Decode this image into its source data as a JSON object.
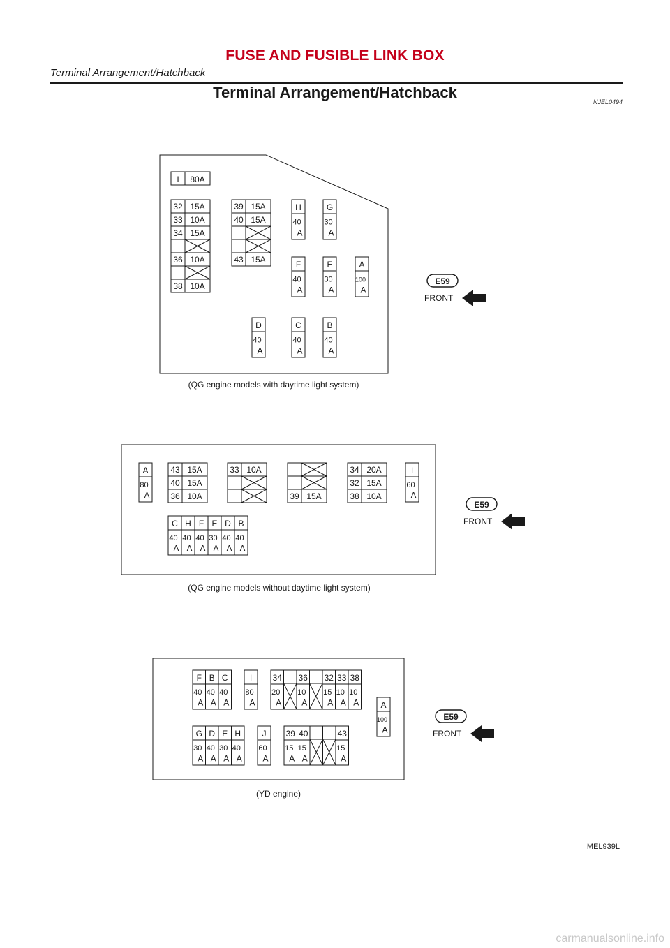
{
  "header": {
    "title": "FUSE AND FUSIBLE LINK BOX",
    "subtitle": "Terminal Arrangement/Hatchback"
  },
  "section": {
    "title": "Terminal Arrangement/Hatchback",
    "code": "NJEL0494"
  },
  "connector": {
    "label": "E59",
    "front": "FRONT"
  },
  "diagrams": [
    {
      "caption": "(QG engine models with daytime light system)",
      "fusible_links": [
        {
          "letter": "I",
          "amp": "80A"
        },
        {
          "letter": "H",
          "amp": "40",
          "unit": "A"
        },
        {
          "letter": "G",
          "amp": "30",
          "unit": "A"
        },
        {
          "letter": "F",
          "amp": "40",
          "unit": "A"
        },
        {
          "letter": "E",
          "amp": "30",
          "unit": "A"
        },
        {
          "letter": "A",
          "amp": "100",
          "unit": "A"
        },
        {
          "letter": "D",
          "amp": "40",
          "unit": "A"
        },
        {
          "letter": "C",
          "amp": "40",
          "unit": "A"
        },
        {
          "letter": "B",
          "amp": "40",
          "unit": "A"
        }
      ],
      "fuse_columns": [
        [
          {
            "no": "32",
            "amp": "15A"
          },
          {
            "no": "33",
            "amp": "10A"
          },
          {
            "no": "34",
            "amp": "15A"
          },
          {
            "empty": true
          },
          {
            "no": "36",
            "amp": "10A"
          },
          {
            "empty": true
          },
          {
            "no": "38",
            "amp": "10A"
          }
        ],
        [
          {
            "no": "39",
            "amp": "15A"
          },
          {
            "no": "40",
            "amp": "15A"
          },
          {
            "empty": true
          },
          {
            "empty": true
          },
          {
            "no": "43",
            "amp": "15A"
          }
        ]
      ]
    },
    {
      "caption": "(QG engine models without daytime light system)",
      "fusible_links": [
        {
          "letter": "A",
          "amp": "80",
          "unit": "A"
        },
        {
          "letter": "I",
          "amp": "60",
          "unit": "A"
        },
        {
          "letter": "C",
          "amp": "40",
          "unit": "A"
        },
        {
          "letter": "H",
          "amp": "40",
          "unit": "A"
        },
        {
          "letter": "F",
          "amp": "40",
          "unit": "A"
        },
        {
          "letter": "E",
          "amp": "30",
          "unit": "A"
        },
        {
          "letter": "D",
          "amp": "40",
          "unit": "A"
        },
        {
          "letter": "B",
          "amp": "40",
          "unit": "A"
        }
      ],
      "fuse_columns": [
        [
          {
            "no": "43",
            "amp": "15A"
          },
          {
            "no": "40",
            "amp": "15A"
          },
          {
            "no": "36",
            "amp": "10A"
          }
        ],
        [
          {
            "no": "33",
            "amp": "10A"
          },
          {
            "empty": true
          },
          {
            "empty": true
          }
        ],
        [
          {
            "empty": true
          },
          {
            "empty": true
          },
          {
            "no": "39",
            "amp": "15A"
          }
        ],
        [
          {
            "no": "34",
            "amp": "20A"
          },
          {
            "no": "32",
            "amp": "15A"
          },
          {
            "no": "38",
            "amp": "10A"
          }
        ]
      ]
    },
    {
      "caption": "(YD engine)",
      "fusible_links": [
        {
          "letter": "F",
          "amp": "40",
          "unit": "A"
        },
        {
          "letter": "B",
          "amp": "40",
          "unit": "A"
        },
        {
          "letter": "C",
          "amp": "40",
          "unit": "A"
        },
        {
          "letter": "I",
          "amp": "80",
          "unit": "A"
        },
        {
          "letter": "A",
          "amp": "100",
          "unit": "A"
        },
        {
          "letter": "G",
          "amp": "30",
          "unit": "A"
        },
        {
          "letter": "D",
          "amp": "40",
          "unit": "A"
        },
        {
          "letter": "E",
          "amp": "30",
          "unit": "A"
        },
        {
          "letter": "H",
          "amp": "40",
          "unit": "A"
        },
        {
          "letter": "J",
          "amp": "60",
          "unit": "A"
        }
      ],
      "fuse_rows": [
        [
          {
            "no": "34",
            "amp": "20",
            "unit": "A"
          },
          {
            "empty": true
          },
          {
            "no": "36",
            "amp": "10",
            "unit": "A"
          },
          {
            "empty": true
          },
          {
            "no": "32",
            "amp": "15",
            "unit": "A"
          },
          {
            "no": "33",
            "amp": "10",
            "unit": "A"
          },
          {
            "no": "38",
            "amp": "10",
            "unit": "A"
          }
        ],
        [
          {
            "no": "39",
            "amp": "15",
            "unit": "A"
          },
          {
            "no": "40",
            "amp": "15",
            "unit": "A"
          },
          {
            "empty": true
          },
          {
            "empty": true
          },
          {
            "no": "43",
            "amp": "15",
            "unit": "A"
          }
        ]
      ]
    }
  ],
  "figure_id": "MEL939L",
  "watermark": "carmanualsonline.info"
}
